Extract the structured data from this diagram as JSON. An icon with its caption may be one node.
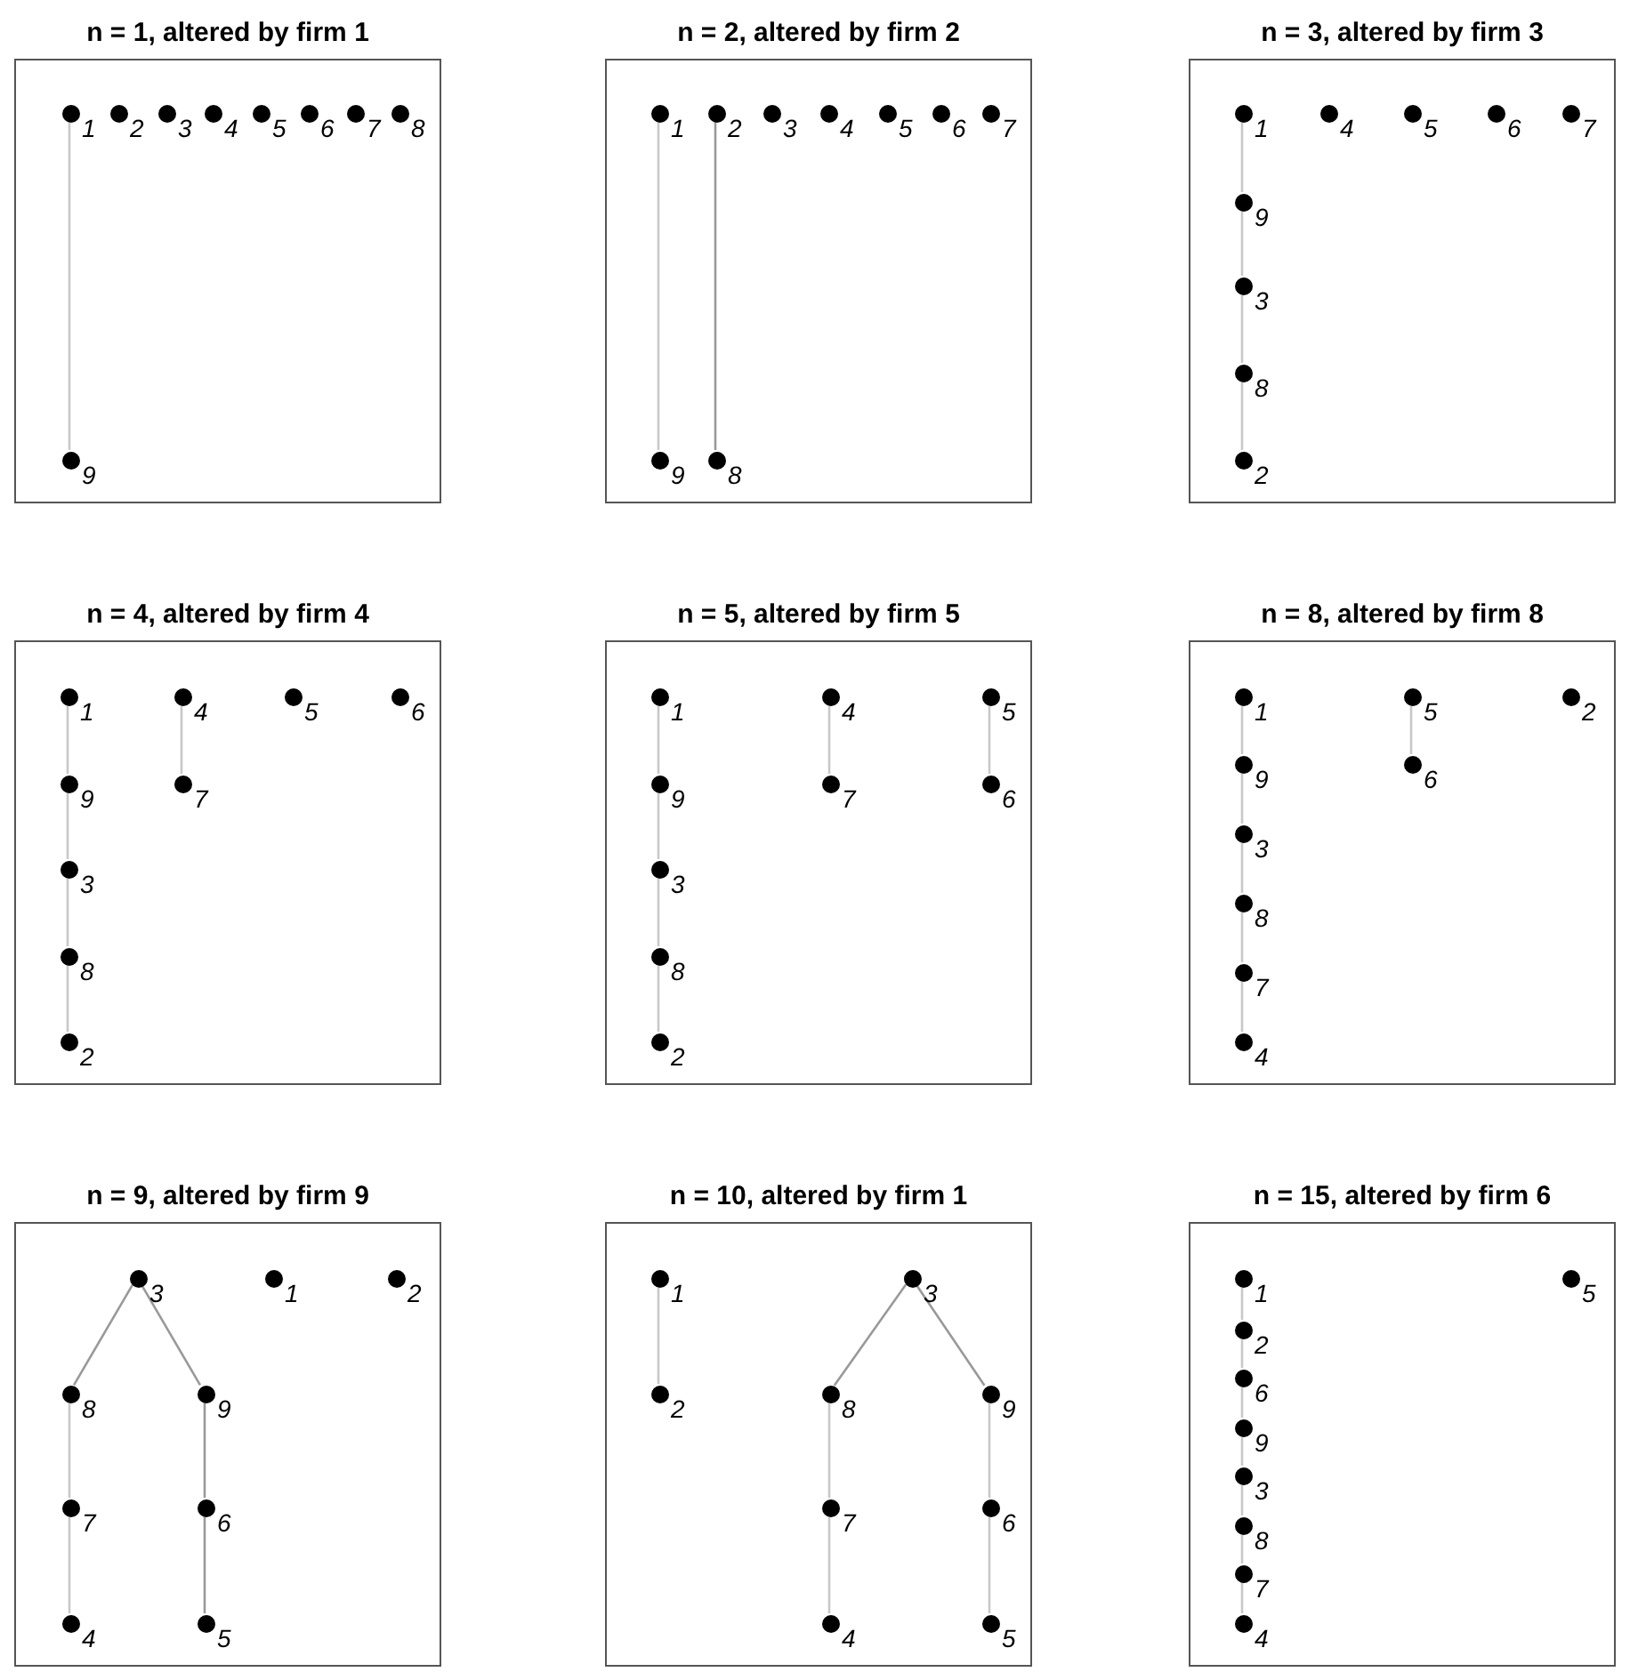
{
  "diagram": {
    "nodes": [
      {
        "text": [
          "n = 1, altered by firm 1"
        ]
      },
      {
        "text": [],
        "shape": "circle",
        "beside": [
          "1"
        ],
        "in": 0
      },
      {
        "text": [],
        "shape": "circle",
        "beside": [
          "2"
        ],
        "in": 0
      },
      {
        "text": [],
        "shape": "circle",
        "beside": [
          "3"
        ],
        "in": 0
      },
      {
        "text": [],
        "shape": "circle",
        "beside": [
          "4"
        ],
        "in": 0
      },
      {
        "text": [],
        "shape": "circle",
        "beside": [
          "5"
        ],
        "in": 0
      },
      {
        "text": [],
        "shape": "circle",
        "beside": [
          "6"
        ],
        "in": 0
      },
      {
        "text": [],
        "shape": "circle",
        "beside": [
          "7"
        ],
        "in": 0
      },
      {
        "text": [],
        "shape": "circle",
        "beside": [
          "8"
        ],
        "in": 0
      },
      {
        "text": [],
        "shape": "circle",
        "beside": [
          "9"
        ],
        "in": 0
      },
      {
        "text": [
          "n = 2, altered by firm 2"
        ]
      },
      {
        "text": [],
        "shape": "circle",
        "beside": [
          "1"
        ],
        "in": 10
      },
      {
        "text": [],
        "shape": "circle",
        "beside": [
          "2"
        ],
        "in": 10
      },
      {
        "text": [],
        "shape": "circle",
        "beside": [
          "3"
        ],
        "in": 10
      },
      {
        "text": [],
        "shape": "circle",
        "beside": [
          "4"
        ],
        "in": 10
      },
      {
        "text": [],
        "shape": "circle",
        "beside": [
          "5"
        ],
        "in": 10
      },
      {
        "text": [],
        "shape": "circle",
        "beside": [
          "6"
        ],
        "in": 10
      },
      {
        "text": [],
        "shape": "circle",
        "beside": [
          "7"
        ],
        "in": 10
      },
      {
        "text": [],
        "shape": "circle",
        "beside": [
          "9"
        ],
        "in": 10
      },
      {
        "text": [],
        "shape": "circle",
        "beside": [
          "8"
        ],
        "in": 10
      },
      {
        "text": [
          "n = 3, altered by firm 3"
        ]
      },
      {
        "text": [],
        "shape": "circle",
        "beside": [
          "1"
        ],
        "in": 20
      },
      {
        "text": [],
        "shape": "circle",
        "beside": [
          "4"
        ],
        "in": 20
      },
      {
        "text": [],
        "shape": "circle",
        "beside": [
          "5"
        ],
        "in": 20
      },
      {
        "text": [],
        "shape": "circle",
        "beside": [
          "6"
        ],
        "in": 20
      },
      {
        "text": [],
        "shape": "circle",
        "beside": [
          "7"
        ],
        "in": 20
      },
      {
        "text": [],
        "shape": "circle",
        "beside": [
          "9"
        ],
        "in": 20
      },
      {
        "text": [],
        "shape": "circle",
        "beside": [
          "3"
        ],
        "in": 20
      },
      {
        "text": [],
        "shape": "circle",
        "beside": [
          "8"
        ],
        "in": 20
      },
      {
        "text": [],
        "shape": "circle",
        "beside": [
          "2"
        ],
        "in": 20
      },
      {
        "text": [
          "n = 4, altered by firm 4"
        ]
      },
      {
        "text": [],
        "shape": "circle",
        "beside": [
          "1"
        ],
        "in": 30
      },
      {
        "text": [],
        "shape": "circle",
        "beside": [
          "4"
        ],
        "in": 30
      },
      {
        "text": [],
        "shape": "circle",
        "beside": [
          "5"
        ],
        "in": 30
      },
      {
        "text": [],
        "shape": "circle",
        "beside": [
          "6"
        ],
        "in": 30
      },
      {
        "text": [],
        "shape": "circle",
        "beside": [
          "9"
        ],
        "in": 30
      },
      {
        "text": [],
        "shape": "circle",
        "beside": [
          "7"
        ],
        "in": 30
      },
      {
        "text": [],
        "shape": "circle",
        "beside": [
          "3"
        ],
        "in": 30
      },
      {
        "text": [],
        "shape": "circle",
        "beside": [
          "8"
        ],
        "in": 30
      },
      {
        "text": [],
        "shape": "circle",
        "beside": [
          "2"
        ],
        "in": 30
      },
      {
        "text": [
          "n = 5, altered by firm 5"
        ]
      },
      {
        "text": [],
        "shape": "circle",
        "beside": [
          "1"
        ],
        "in": 40
      },
      {
        "text": [],
        "shape": "circle",
        "beside": [
          "4"
        ],
        "in": 40
      },
      {
        "text": [],
        "shape": "circle",
        "beside": [
          "5"
        ],
        "in": 40
      },
      {
        "text": [],
        "shape": "circle",
        "beside": [
          "9"
        ],
        "in": 40
      },
      {
        "text": [],
        "shape": "circle",
        "beside": [
          "7"
        ],
        "in": 40
      },
      {
        "text": [],
        "shape": "circle",
        "beside": [
          "6"
        ],
        "in": 40
      },
      {
        "text": [],
        "shape": "circle",
        "beside": [
          "3"
        ],
        "in": 40
      },
      {
        "text": [],
        "shape": "circle",
        "beside": [
          "8"
        ],
        "in": 40
      },
      {
        "text": [],
        "shape": "circle",
        "beside": [
          "2"
        ],
        "in": 40
      },
      {
        "text": [
          "n = 8, altered by firm 8"
        ]
      },
      {
        "text": [],
        "shape": "circle",
        "beside": [
          "1"
        ],
        "in": 50
      },
      {
        "text": [],
        "shape": "circle",
        "beside": [
          "5"
        ],
        "in": 50
      },
      {
        "text": [],
        "shape": "circle",
        "beside": [
          "2"
        ],
        "in": 50
      },
      {
        "text": [],
        "shape": "circle",
        "beside": [
          "9"
        ],
        "in": 50
      },
      {
        "text": [],
        "shape": "circle",
        "beside": [
          "6"
        ],
        "in": 50
      },
      {
        "text": [],
        "shape": "circle",
        "beside": [
          "3"
        ],
        "in": 50
      },
      {
        "text": [],
        "shape": "circle",
        "beside": [
          "8"
        ],
        "in": 50
      },
      {
        "text": [],
        "shape": "circle",
        "beside": [
          "7"
        ],
        "in": 50
      },
      {
        "text": [],
        "shape": "circle",
        "beside": [
          "4"
        ],
        "in": 50
      },
      {
        "text": [
          "n = 9, altered by firm 9"
        ]
      },
      {
        "text": [],
        "shape": "circle",
        "beside": [
          "3"
        ],
        "in": 60
      },
      {
        "text": [],
        "shape": "circle",
        "beside": [
          "1"
        ],
        "in": 60
      },
      {
        "text": [],
        "shape": "circle",
        "beside": [
          "2"
        ],
        "in": 60
      },
      {
        "text": [],
        "shape": "circle",
        "beside": [
          "8"
        ],
        "in": 60
      },
      {
        "text": [],
        "shape": "circle",
        "beside": [
          "9"
        ],
        "in": 60
      },
      {
        "text": [],
        "shape": "circle",
        "beside": [
          "7"
        ],
        "in": 60
      },
      {
        "text": [],
        "shape": "circle",
        "beside": [
          "6"
        ],
        "in": 60
      },
      {
        "text": [],
        "shape": "circle",
        "beside": [
          "4"
        ],
        "in": 60
      },
      {
        "text": [],
        "shape": "circle",
        "beside": [
          "5"
        ],
        "in": 60
      },
      {
        "text": [
          "n = 10, altered by firm 1"
        ]
      },
      {
        "text": [],
        "shape": "circle",
        "beside": [
          "1"
        ],
        "in": 70
      },
      {
        "text": [],
        "shape": "circle",
        "beside": [
          "3"
        ],
        "in": 70
      },
      {
        "text": [],
        "shape": "circle",
        "beside": [
          "2"
        ],
        "in": 70
      },
      {
        "text": [],
        "shape": "circle",
        "beside": [
          "8"
        ],
        "in": 70
      },
      {
        "text": [],
        "shape": "circle",
        "beside": [
          "9"
        ],
        "in": 70
      },
      {
        "text": [],
        "shape": "circle",
        "beside": [
          "7"
        ],
        "in": 70
      },
      {
        "text": [],
        "shape": "circle",
        "beside": [
          "6"
        ],
        "in": 70
      },
      {
        "text": [],
        "shape": "circle",
        "beside": [
          "4"
        ],
        "in": 70
      },
      {
        "text": [],
        "shape": "circle",
        "beside": [
          "5"
        ],
        "in": 70
      },
      {
        "text": [
          "n = 15, altered by firm 6"
        ]
      },
      {
        "text": [],
        "shape": "circle",
        "beside": [
          "1"
        ],
        "in": 80
      },
      {
        "text": [],
        "shape": "circle",
        "beside": [
          "5"
        ],
        "in": 80
      },
      {
        "text": [],
        "shape": "circle",
        "beside": [
          "2"
        ],
        "in": 80
      },
      {
        "text": [],
        "shape": "circle",
        "beside": [
          "6"
        ],
        "in": 80
      },
      {
        "text": [],
        "shape": "circle",
        "beside": [
          "9"
        ],
        "in": 80
      },
      {
        "text": [],
        "shape": "circle",
        "beside": [
          "3"
        ],
        "in": 80
      },
      {
        "text": [],
        "shape": "circle",
        "beside": [
          "8"
        ],
        "in": 80
      },
      {
        "text": [],
        "shape": "circle",
        "beside": [
          "7"
        ],
        "in": 80
      },
      {
        "text": [],
        "shape": "circle",
        "beside": [
          "4"
        ],
        "in": 80
      }
    ],
    "edges": [
      {
        "from": 1,
        "to": 9,
        "arrow": "none"
      },
      {
        "from": 11,
        "to": 18,
        "arrow": "none"
      },
      {
        "from": 12,
        "to": 19,
        "arrow": "none",
        "color": "#999999"
      },
      {
        "from": 21,
        "to": 26,
        "arrow": "none"
      },
      {
        "from": 26,
        "to": 27,
        "arrow": "none"
      },
      {
        "from": 27,
        "to": 28,
        "arrow": "none"
      },
      {
        "from": 28,
        "to": 29,
        "arrow": "none"
      },
      {
        "from": 31,
        "to": 35,
        "arrow": "none"
      },
      {
        "from": 35,
        "to": 37,
        "arrow": "none"
      },
      {
        "from": 37,
        "to": 38,
        "arrow": "none"
      },
      {
        "from": 38,
        "to": 39,
        "arrow": "none"
      },
      {
        "from": 32,
        "to": 36,
        "arrow": "none"
      },
      {
        "from": 41,
        "to": 44,
        "arrow": "none"
      },
      {
        "from": 44,
        "to": 47,
        "arrow": "none"
      },
      {
        "from": 47,
        "to": 48,
        "arrow": "none"
      },
      {
        "from": 48,
        "to": 49,
        "arrow": "none"
      },
      {
        "from": 42,
        "to": 45,
        "arrow": "none"
      },
      {
        "from": 43,
        "to": 46,
        "arrow": "none"
      },
      {
        "from": 51,
        "to": 54,
        "arrow": "none"
      },
      {
        "from": 54,
        "to": 56,
        "arrow": "none"
      },
      {
        "from": 56,
        "to": 57,
        "arrow": "none"
      },
      {
        "from": 57,
        "to": 58,
        "arrow": "none"
      },
      {
        "from": 58,
        "to": 59,
        "arrow": "none"
      },
      {
        "from": 52,
        "to": 55,
        "arrow": "none"
      },
      {
        "from": 61,
        "to": 64,
        "arrow": "none",
        "color": "#999999"
      },
      {
        "from": 61,
        "to": 65,
        "arrow": "none",
        "color": "#999999"
      },
      {
        "from": 64,
        "to": 66,
        "arrow": "none"
      },
      {
        "from": 66,
        "to": 68,
        "arrow": "none"
      },
      {
        "from": 65,
        "to": 67,
        "arrow": "none",
        "color": "#999999"
      },
      {
        "from": 67,
        "to": 69,
        "arrow": "none",
        "color": "#999999"
      },
      {
        "from": 71,
        "to": 73,
        "arrow": "none"
      },
      {
        "from": 72,
        "to": 74,
        "arrow": "none",
        "color": "#999999"
      },
      {
        "from": 72,
        "to": 75,
        "arrow": "none",
        "color": "#999999"
      },
      {
        "from": 74,
        "to": 76,
        "arrow": "none"
      },
      {
        "from": 76,
        "to": 78,
        "arrow": "none"
      },
      {
        "from": 75,
        "to": 77,
        "arrow": "none"
      },
      {
        "from": 77,
        "to": 79,
        "arrow": "none"
      },
      {
        "from": 81,
        "to": 83,
        "arrow": "none"
      },
      {
        "from": 83,
        "to": 84,
        "arrow": "none"
      },
      {
        "from": 84,
        "to": 85,
        "arrow": "none"
      },
      {
        "from": 85,
        "to": 86,
        "arrow": "none"
      },
      {
        "from": 86,
        "to": 87,
        "arrow": "none"
      },
      {
        "from": 87,
        "to": 88,
        "arrow": "none"
      },
      {
        "from": 88,
        "to": 89,
        "arrow": "none"
      }
    ]
  }
}
